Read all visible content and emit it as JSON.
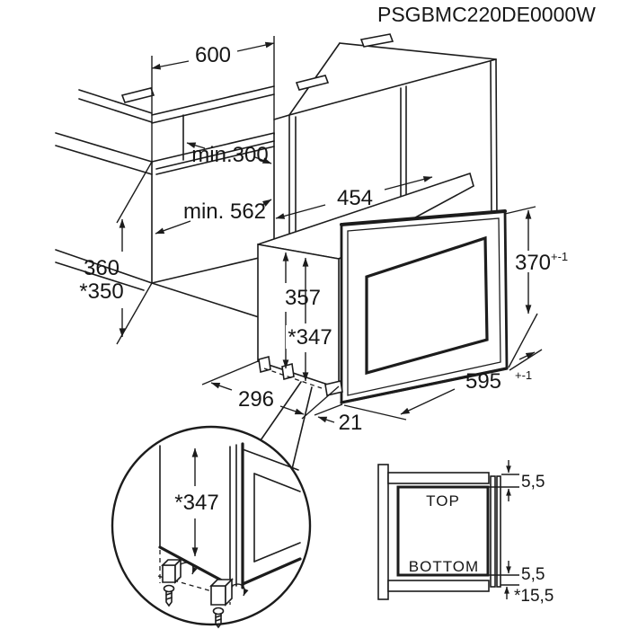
{
  "title": "PSGBMC220DE0000W",
  "dims": {
    "cabinet_width": "600",
    "shelf_depth": "min.300",
    "niche_depth": "min. 562",
    "niche_height": "360",
    "niche_height_alt": "*350",
    "oven_width": "454",
    "oven_height": "357",
    "oven_height_alt": "*347",
    "front_height": "370",
    "front_height_tol": "+-1",
    "front_width": "595",
    "front_width_tol": "+-1",
    "oven_depth": "296",
    "door_offset": "21"
  },
  "detail": {
    "foot_height": "*347"
  },
  "side_view": {
    "top_label": "TOP",
    "bottom_label": "BOTTOM",
    "top_gap": "5,5",
    "bottom_gap": "5,5",
    "bottom_offset": "*15,5"
  }
}
